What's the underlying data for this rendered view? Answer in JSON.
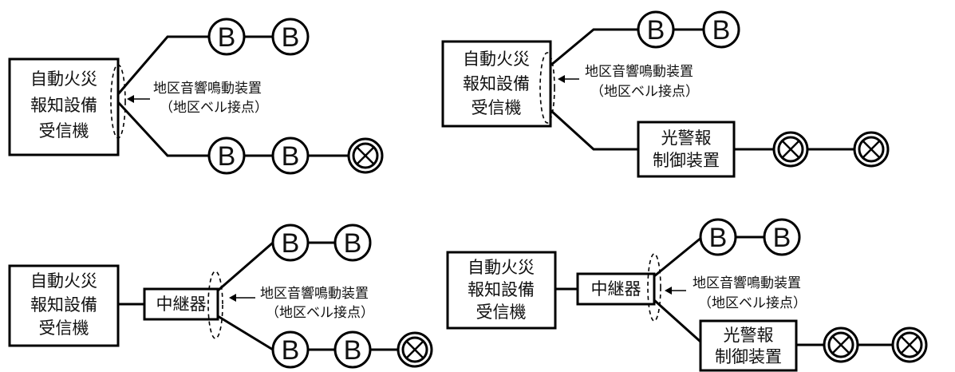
{
  "labels": {
    "receiver_line1": "自動火災",
    "receiver_line2": "報知設備",
    "receiver_line3": "受信機",
    "device_line1": "地区音響鳴動装置",
    "device_line2": "（地区ベル接点）",
    "light_line1": "光警報",
    "light_line2": "制御装置",
    "relay": "中継器",
    "bell_symbol": "B"
  },
  "symbols": {
    "bell": "bell-symbol",
    "lamp": "flash-lamp-symbol"
  }
}
